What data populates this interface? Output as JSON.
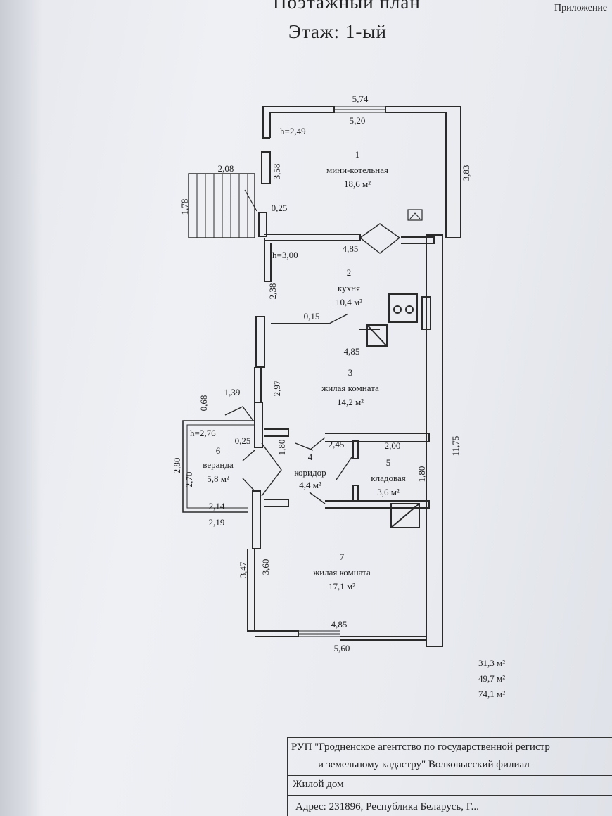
{
  "header": {
    "title": "Поэтажный план",
    "floor": "Этаж: 1-ый",
    "appendix": "Приложение"
  },
  "rooms": [
    {
      "number": "1",
      "name": "мини-котельная",
      "area": "18,6 м²"
    },
    {
      "number": "2",
      "name": "кухня",
      "area": "10,4 м²"
    },
    {
      "number": "3",
      "name": "жилая комната",
      "area": "14,2 м²"
    },
    {
      "number": "4",
      "name": "коридор",
      "area": "4,4 м²"
    },
    {
      "number": "5",
      "name": "кладовая",
      "area": "3,6 м²"
    },
    {
      "number": "6",
      "name": "веранда",
      "area": "5,8 м²"
    },
    {
      "number": "7",
      "name": "жилая комната",
      "area": "17,1 м²"
    }
  ],
  "heights": {
    "room1": "h=2,49",
    "room2": "h=3,00",
    "veranda": "h=2,76"
  },
  "dimensions": {
    "top_outer": "5,74",
    "top_inner": "5,20",
    "right_room1": "3,83",
    "stairs_width": "2,08",
    "stairs_depth": "1,78",
    "left_room1": "3,58",
    "step": "0,25",
    "kitchen_width": "4,85",
    "kitchen_depth": "2,38",
    "wall_015": "0,15",
    "room3_width": "4,85",
    "room3_depth": "2,97",
    "porch_width": "1,39",
    "porch_depth": "0,68",
    "veranda_025": "0,25",
    "corridor_depth": "1,80",
    "corridor_width": "2,45",
    "storage_width": "2,00",
    "storage_depth": "1,80",
    "house_length": "11,75",
    "veranda_outer": "2,80",
    "veranda_inner": "2,70",
    "veranda_w_inner": "2,14",
    "veranda_w_outer": "2,19",
    "room7_outer": "3,47",
    "room7_inner": "3,60",
    "bottom_inner": "4,85",
    "bottom_outer": "5,60"
  },
  "totals": [
    "31,3 м²",
    "49,7 м²",
    "74,1 м²"
  ],
  "stamp": {
    "org_line1": "РУП \"Гродненское агентство по государственной регистр",
    "org_line2": "и земельному кадастру\" Волковысский филиал",
    "object": "Жилой дом",
    "address": "Адрес: 231896, Республика Беларусь, Г..."
  }
}
